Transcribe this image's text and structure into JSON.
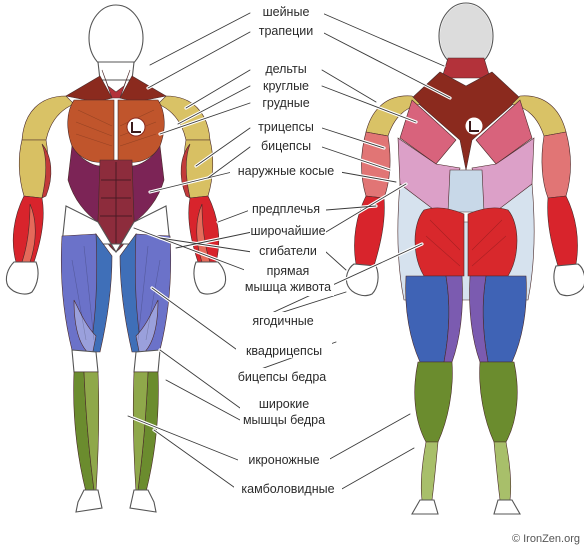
{
  "labels": {
    "neck": "шейные",
    "traps": "трапеции",
    "delts": "дельты",
    "teres": "круглые",
    "pecs": "грудные",
    "triceps": "трицепсы",
    "biceps": "бицепсы",
    "obliques": "наружные косые",
    "forearms": "предплечья",
    "lats": "широчайшие",
    "flexors": "сгибатели",
    "abs_line1": "прямая",
    "abs_line2": "мышца живота",
    "glutes": "ягодичные",
    "quads": "квадрицепсы",
    "hamstrings": "бицепсы бедра",
    "vastus_line1": "широкие",
    "vastus_line2": "мышцы бедра",
    "calves": "икроножные",
    "soleus": "камболовидные"
  },
  "credit": "© IronZen.org",
  "colors": {
    "traps": "#8b2a1e",
    "delts": "#d9c266",
    "pecs": "#c0552c",
    "biceps": "#d8c063",
    "forearms": "#d8242c",
    "abs": "#8d2c3c",
    "obliques": "#7c2456",
    "quads": "#6b72c9",
    "adductors": "#3f6fb8",
    "calves": "#6b8c2e",
    "lats": "#dca0c8",
    "glutes": "#d8282c",
    "hamstrings": "#3f63b5",
    "teres": "#d8637c",
    "fascia": "#c8d8e8"
  }
}
